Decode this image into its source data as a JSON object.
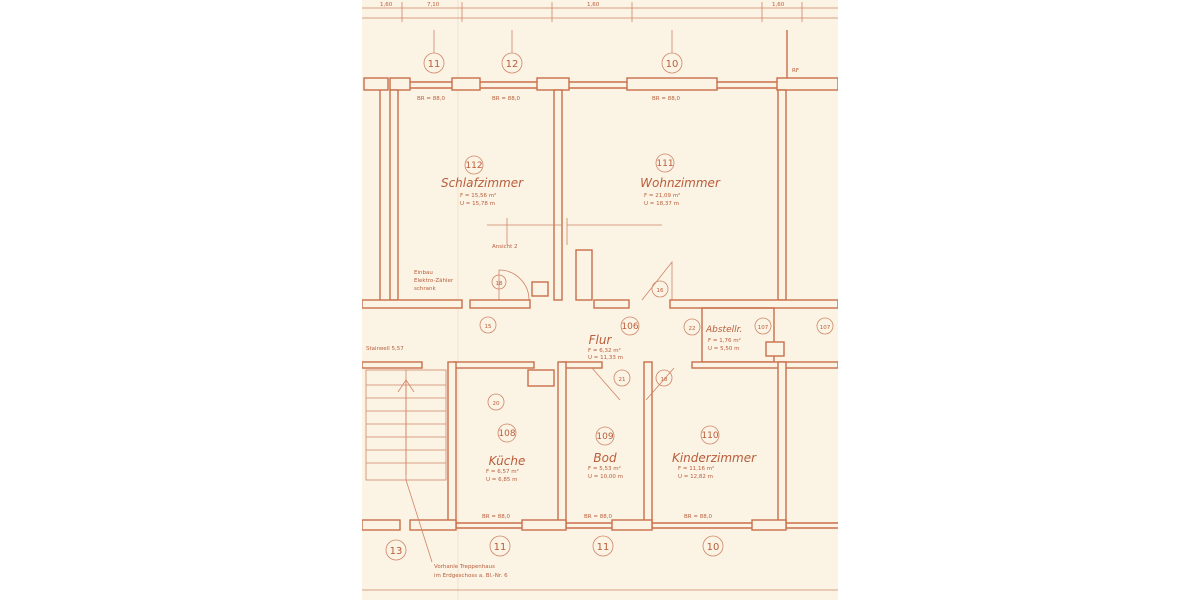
{
  "rooms": [
    {
      "id": "112",
      "name": "Schlafzimmer",
      "area": "F = 15,56 m²",
      "perim": "U = 15,78 m"
    },
    {
      "id": "111",
      "name": "Wohnzimmer",
      "area": "F = 21,09 m²",
      "perim": "U = 18,37 m"
    },
    {
      "id": "106",
      "name": "Flur",
      "area": "F = 6,32 m²",
      "perim": "U = 11,33 m"
    },
    {
      "id": "107",
      "name": "Abstellr.",
      "area": "F = 1,76 m²",
      "perim": "U = 5,50 m"
    },
    {
      "id": "108",
      "name": "Küche",
      "area": "F = 6,57 m²",
      "perim": "U = 6,85 m"
    },
    {
      "id": "109",
      "name": "Bod",
      "area": "F = 5,53 m²",
      "perim": "U = 10,00 m"
    },
    {
      "id": "110",
      "name": "Kinderzimmer",
      "area": "F = 11,16 m²",
      "perim": "U = 12,82 m"
    }
  ],
  "axis_labels": {
    "top": [
      "11",
      "12",
      "10"
    ],
    "middle": [
      "18",
      "15",
      "16",
      "22",
      "21",
      "18",
      "20"
    ],
    "bottom": [
      "13",
      "11",
      "11",
      "10"
    ]
  },
  "top_dims": [
    "1,60",
    "7,10",
    "1,60",
    "1,60"
  ],
  "window_labels": [
    "BR = 88,0",
    "BR = 88,0",
    "BR = 88,0",
    "BR = 88,0",
    "BR = 88,0",
    "BR = 88,0"
  ],
  "annotations": {
    "einbau": [
      "Einbau",
      "Elektro-Zähler",
      "schrank"
    ],
    "stairwell": "Stairwell 5,57",
    "stair_note": [
      "Vorhanle Treppenhaus",
      "im Erdgeschoss a. Bl.-Nr. 6"
    ],
    "ansicht": "Ansicht 2",
    "rf": "RF",
    "side_107": "107"
  }
}
